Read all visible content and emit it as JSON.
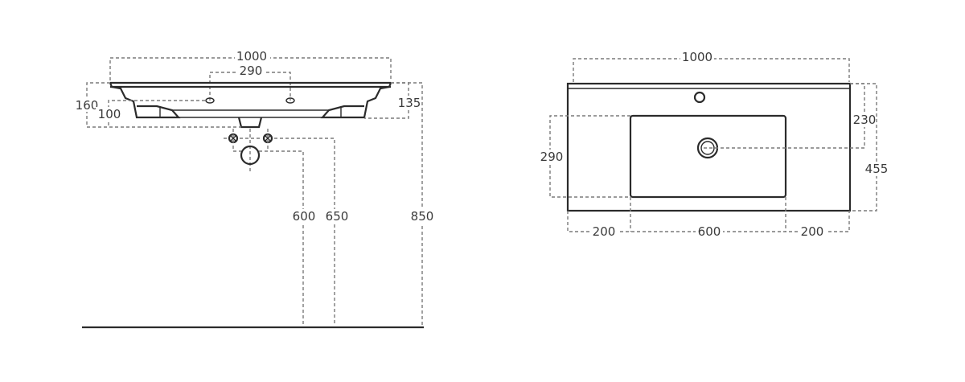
{
  "side_view": {
    "dimensions": {
      "width_total": "1000",
      "tap_spacing": "290",
      "overall_height": "160",
      "bowl_depth": "100",
      "right_height": "135",
      "waste_height": "600",
      "supply_height": "650",
      "top_height": "850"
    }
  },
  "top_view": {
    "dimensions": {
      "width_total": "1000",
      "basin_depth": "290",
      "drain_offset": "230",
      "overall_depth": "455",
      "left_margin": "200",
      "basin_width": "600",
      "right_margin": "200"
    }
  }
}
